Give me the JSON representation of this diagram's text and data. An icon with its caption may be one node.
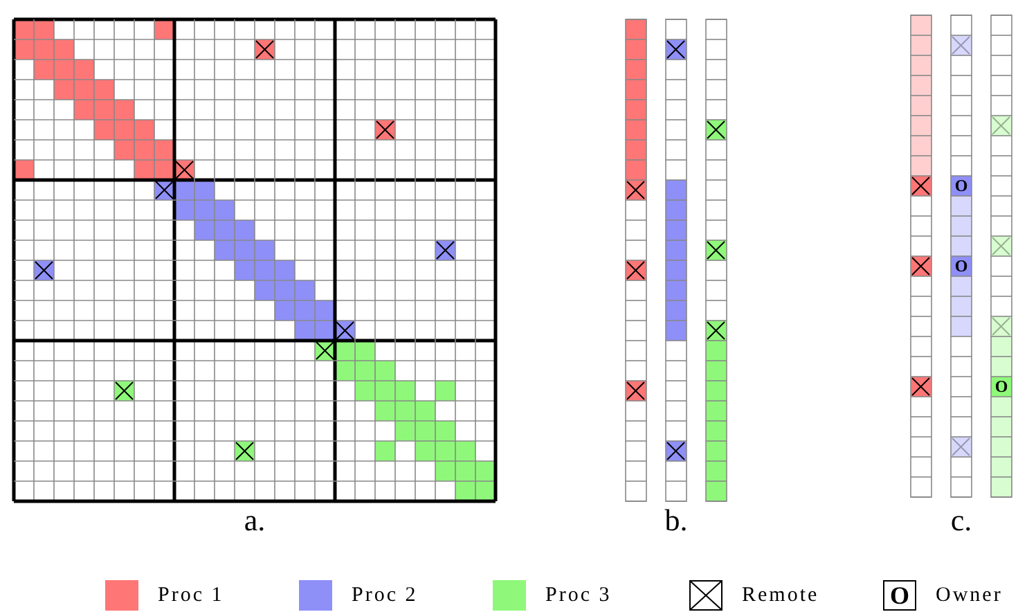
{
  "diagram": {
    "labels": [
      "O",
      "O",
      "O",
      "a.",
      "b.",
      "c.",
      "O"
    ],
    "legend": [
      {
        "text": "Proc 1",
        "color": "#ff7676"
      },
      {
        "text": "Proc 2",
        "color": "#8f8ff8"
      },
      {
        "text": "Proc 3",
        "color": "#8ff87a"
      },
      {
        "text": "Remote"
      },
      {
        "text": "Owner"
      }
    ]
  }
}
